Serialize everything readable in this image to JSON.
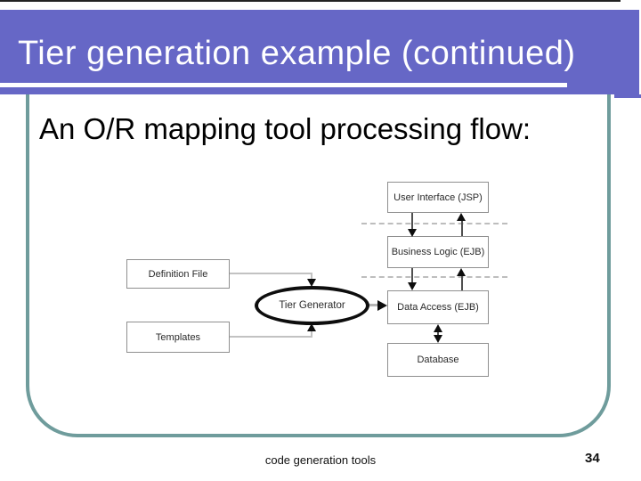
{
  "header": {
    "title": "Tier generation example (continued)",
    "bg_color": "#6667c6",
    "text_color": "#ffffff",
    "underline_color": "#ffffff"
  },
  "frame": {
    "border_color": "#6f9c9c"
  },
  "content": {
    "heading": "An O/R mapping tool processing flow:"
  },
  "diagram": {
    "tiers": [
      {
        "label": "User Interface (JSP)"
      },
      {
        "label": "Business Logic (EJB)"
      },
      {
        "label": "Data Access (EJB)"
      },
      {
        "label": "Database"
      }
    ],
    "inputs": [
      {
        "label": "Definition File"
      },
      {
        "label": "Templates"
      }
    ],
    "generator": {
      "label": "Tier Generator"
    }
  },
  "footer": {
    "text": "code generation tools",
    "page_number": "34"
  }
}
